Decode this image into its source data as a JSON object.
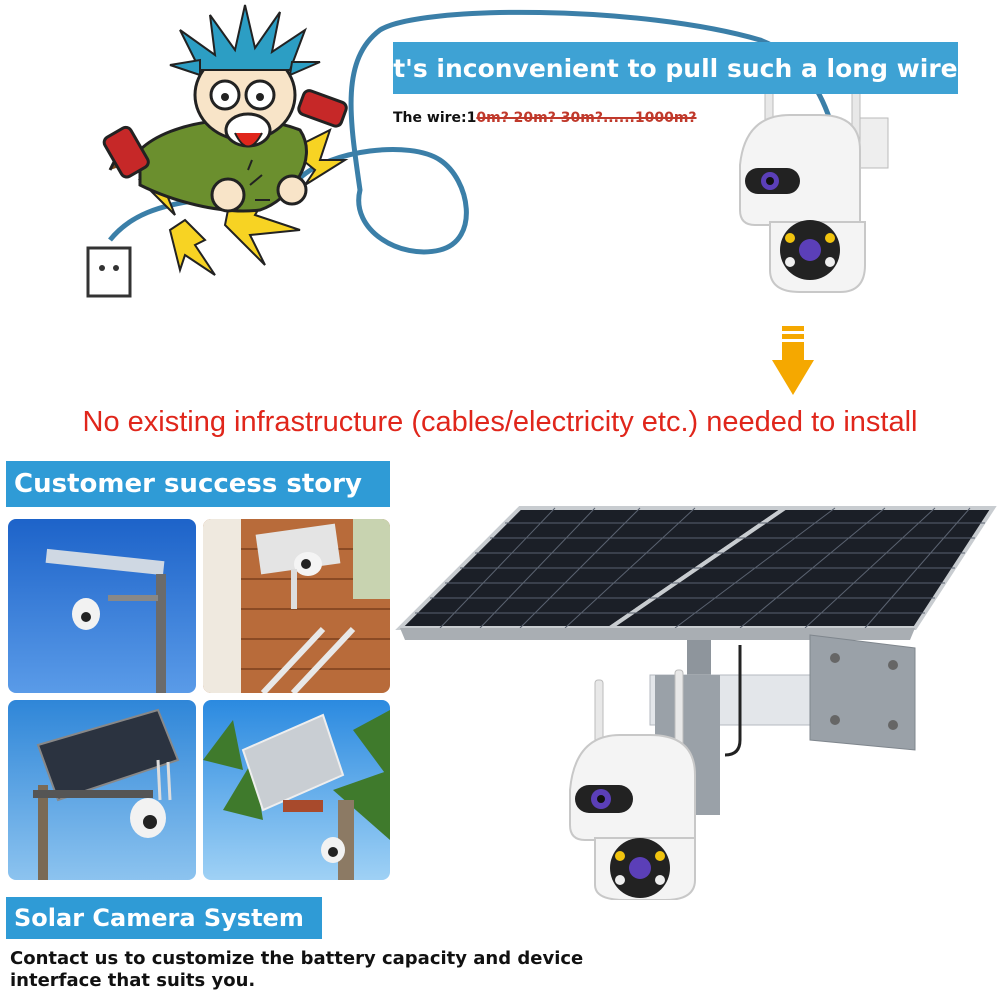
{
  "top": {
    "banner": "It's inconvenient to pull such a long wire.",
    "wire_prefix": "The wire:1",
    "wire_struck": "0m? 20m? 30m?......1000m?"
  },
  "headline": "No existing infrastructure (cables/electricity etc.) needed to install",
  "customer_story": {
    "label": "Customer success story"
  },
  "solar_system": {
    "label": "Solar Camera System",
    "contact": "Contact us to customize the battery capacity and device interface that suits you."
  },
  "colors": {
    "banner_blue": "#3ea2d4",
    "label_blue": "#2f9bd6",
    "headline_red": "#e0261b",
    "arrow_orange": "#f5a800"
  },
  "icons": [
    "cartoon-man-shocked",
    "power-socket-icon",
    "camera-icon",
    "down-arrow-icon",
    "solar-panel-icon"
  ]
}
